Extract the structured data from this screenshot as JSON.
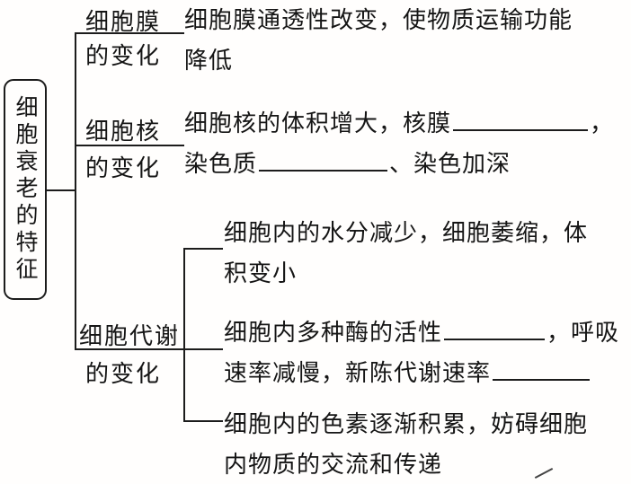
{
  "root": {
    "label": "细胞衰老的特征"
  },
  "branch_membrane": {
    "label_line1": "细胞膜",
    "label_line2": "的变化",
    "desc_line1": "细胞膜通透性改变，使物质运输功能",
    "desc_line2": "降低"
  },
  "branch_nucleus": {
    "label_line1": "细胞核",
    "label_line2": "的变化",
    "desc_line1_pre": "细胞核的体积增大，核膜",
    "desc_line1_post": "，",
    "desc_line2_pre": "染色质",
    "desc_line2_post": "、染色加深"
  },
  "branch_metabolism": {
    "label_line1": "细胞代谢",
    "label_line2": "的变化",
    "item_water": {
      "line1": "细胞内的水分减少，细胞萎缩，体",
      "line2": "积变小"
    },
    "item_enzyme": {
      "line1_pre": "细胞内多种酶的活性",
      "line1_post": "，呼吸",
      "line2_pre": "速率减慢，新陈代谢速率"
    },
    "item_pigment": {
      "line1": "细胞内的色素逐渐积累，妨碍细胞",
      "line2": "内物质的交流和传递"
    }
  },
  "colors": {
    "ink": "#1c1c1c",
    "background": "#fffefd"
  }
}
